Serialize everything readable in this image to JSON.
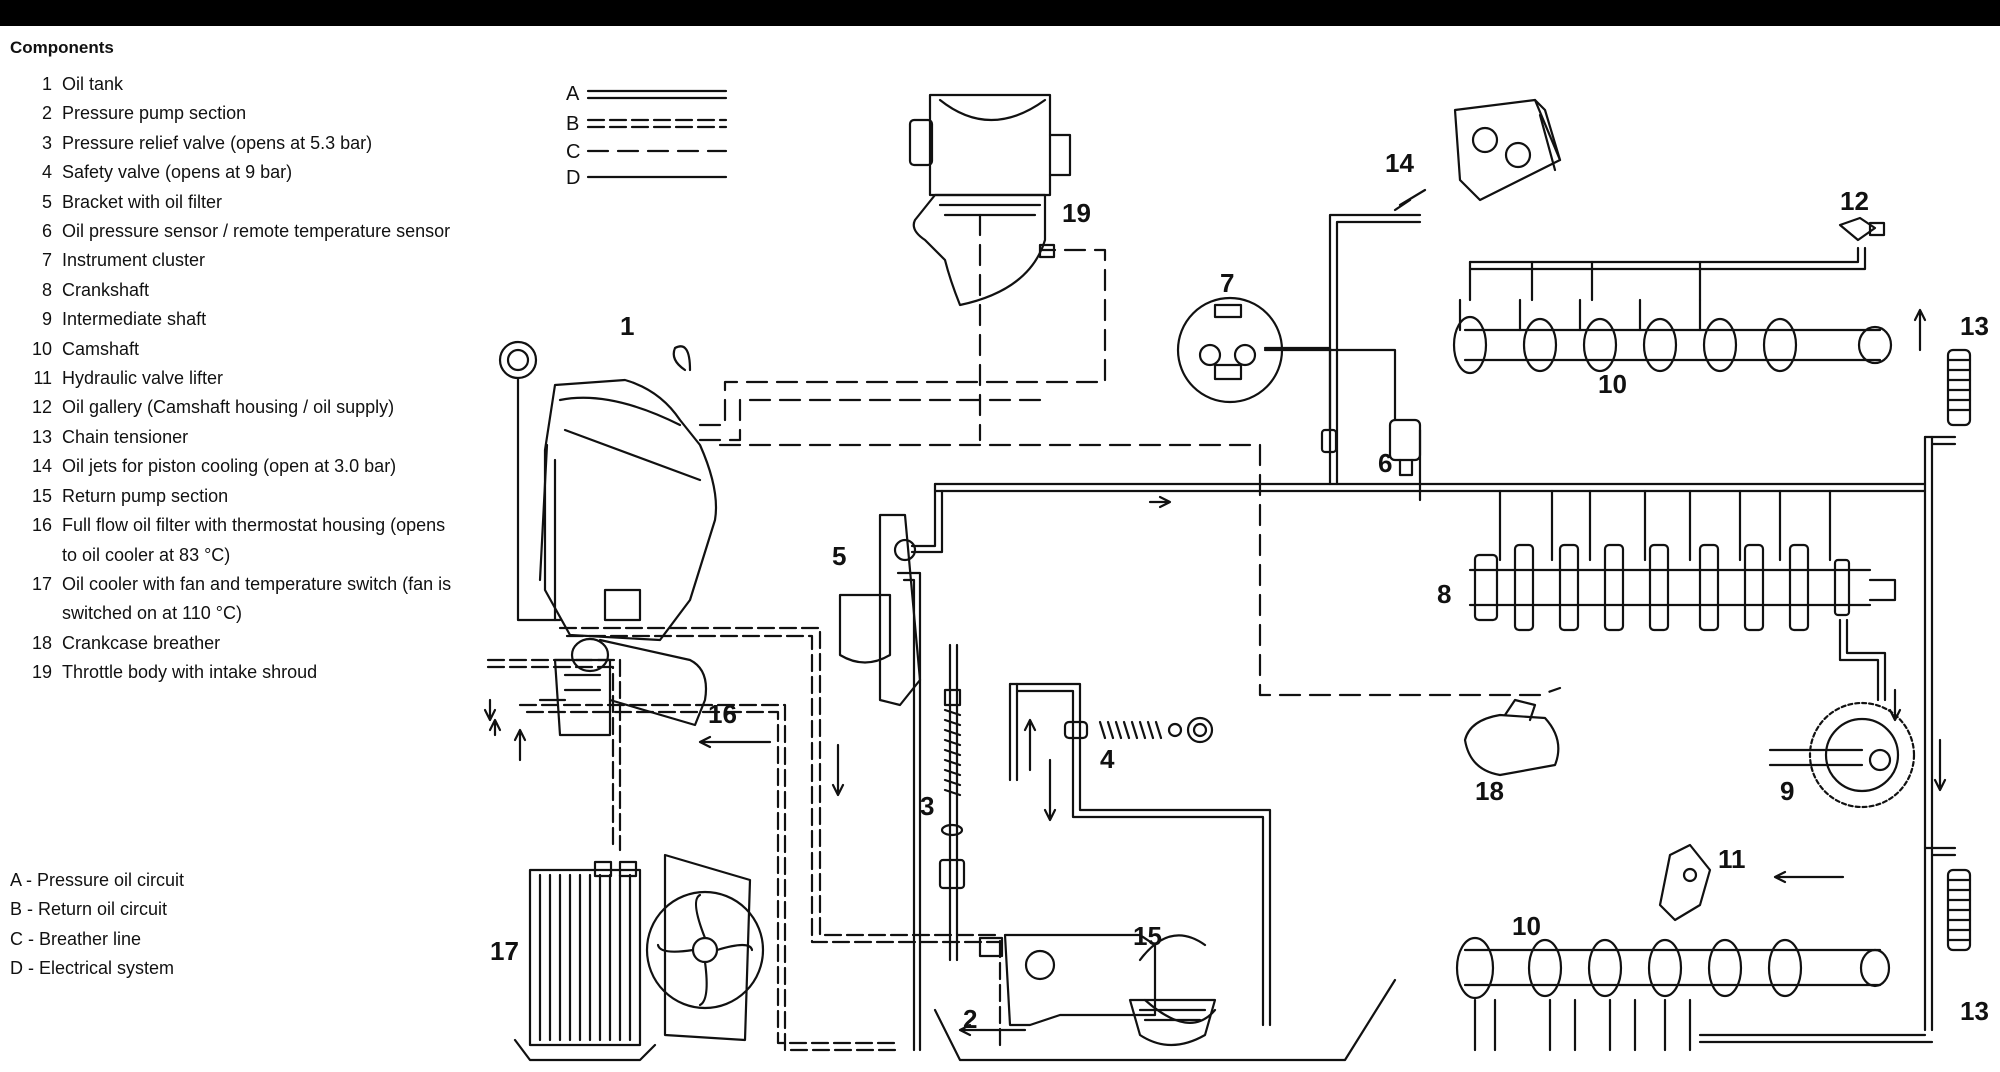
{
  "legend": {
    "title": "Components",
    "components": [
      {
        "num": "1",
        "text": "Oil tank"
      },
      {
        "num": "2",
        "text": "Pressure pump section"
      },
      {
        "num": "3",
        "text": "Pressure relief valve (opens at 5.3 bar)"
      },
      {
        "num": "4",
        "text": "Safety valve (opens at 9 bar)"
      },
      {
        "num": "5",
        "text": "Bracket with oil filter"
      },
      {
        "num": "6",
        "text": "Oil pressure sensor / remote temperature sensor"
      },
      {
        "num": "7",
        "text": "Instrument cluster"
      },
      {
        "num": "8",
        "text": "Crankshaft"
      },
      {
        "num": "9",
        "text": "Intermediate shaft"
      },
      {
        "num": "10",
        "text": "Camshaft"
      },
      {
        "num": "11",
        "text": "Hydraulic valve lifter"
      },
      {
        "num": "12",
        "text": "Oil gallery (Camshaft housing / oil supply)"
      },
      {
        "num": "13",
        "text": "Chain tensioner"
      },
      {
        "num": "14",
        "text": "Oil jets for piston cooling (open at 3.0 bar)"
      },
      {
        "num": "15",
        "text": "Return pump section"
      },
      {
        "num": "16",
        "text": "Full flow oil filter with thermostat housing (opens to oil cooler at 83 °C)"
      },
      {
        "num": "17",
        "text": "Oil cooler with fan and temperature switch (fan is switched on at 110 °C)"
      },
      {
        "num": "18",
        "text": "Crankcase breather"
      },
      {
        "num": "19",
        "text": "Throttle body with intake shroud"
      }
    ]
  },
  "circuits": [
    {
      "key": "A",
      "text": "A - Pressure oil circuit"
    },
    {
      "key": "B",
      "text": "B - Return oil circuit"
    },
    {
      "key": "C",
      "text": "C - Breather line"
    },
    {
      "key": "D",
      "text": "D - Electrical system"
    }
  ],
  "line_key": {
    "a": "A",
    "b": "B",
    "c": "C",
    "d": "D"
  },
  "diagram_labels": {
    "l1": "1",
    "l2": "2",
    "l3": "3",
    "l4": "4",
    "l5": "5",
    "l6": "6",
    "l7": "7",
    "l8": "8",
    "l9": "9",
    "l10a": "10",
    "l10b": "10",
    "l11": "11",
    "l12": "12",
    "l13a": "13",
    "l13b": "13",
    "l14": "14",
    "l15": "15",
    "l16": "16",
    "l17": "17",
    "l18": "18",
    "l19": "19"
  }
}
